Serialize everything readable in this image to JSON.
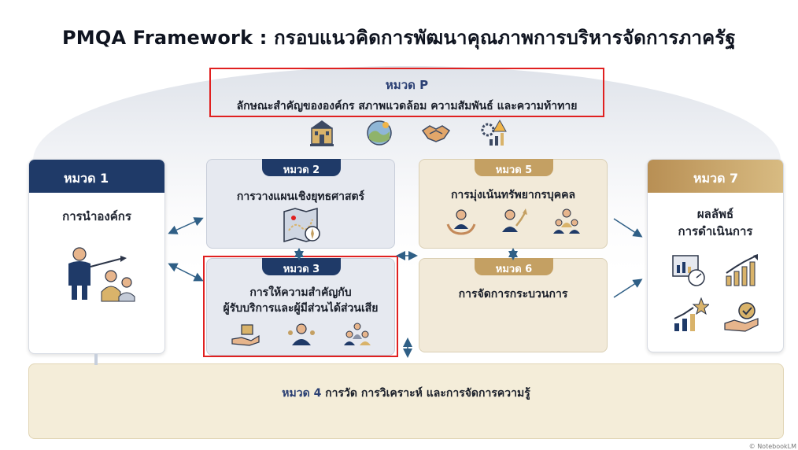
{
  "title": "PMQA Framework : กรอบแนวคิดการพัฒนาคุณภาพการบริหารจัดการภาครัฐ",
  "category_p": {
    "label": "หมวด P",
    "description": "ลักษณะสำคัญขององค์กร สภาพแวดล้อม ความสัมพันธ์ และความท้าทาย",
    "icons": [
      "government-building-icon",
      "globe-landscape-icon",
      "handshake-icon",
      "gear-chart-warning-icon"
    ]
  },
  "category_1": {
    "label": "หมวด 1",
    "title": "การนำองค์กร",
    "icons": [
      "leader-presenting-icon"
    ]
  },
  "category_2": {
    "label": "หมวด 2",
    "title": "การวางแผนเชิงยุทธศาสตร์",
    "icons": [
      "map-compass-icon"
    ]
  },
  "category_3": {
    "label": "หมวด 3",
    "title_line1": "การให้ความสำคัญกับ",
    "title_line2": "ผู้รับบริการและผู้มีส่วนได้ส่วนเสีย",
    "icons": [
      "hand-package-icon",
      "service-person-icon",
      "stakeholders-icon"
    ]
  },
  "category_5": {
    "label": "หมวด 5",
    "title": "การมุ่งเน้นทรัพยากรบุคคล",
    "icons": [
      "hands-person-icon",
      "growth-person-icon",
      "team-icon"
    ]
  },
  "category_6": {
    "label": "หมวด 6",
    "title": "การจัดการกระบวนการ"
  },
  "category_7": {
    "label": "หมวด 7",
    "title_line1": "ผลลัพธ์",
    "title_line2": "การดำเนินการ",
    "icons": [
      "dashboard-icon",
      "growth-chart-icon",
      "rising-stars-icon",
      "hand-check-icon"
    ]
  },
  "category_4": {
    "label": "หมวด 4",
    "title": "การวัด การวิเคราะห์ และการจัดการความรู้"
  },
  "watermark": "© NotebookLM",
  "colors": {
    "navy": "#1f3a68",
    "gold": "#c4a063",
    "highlight": "#e02020",
    "arrow": "#2f5f86"
  }
}
